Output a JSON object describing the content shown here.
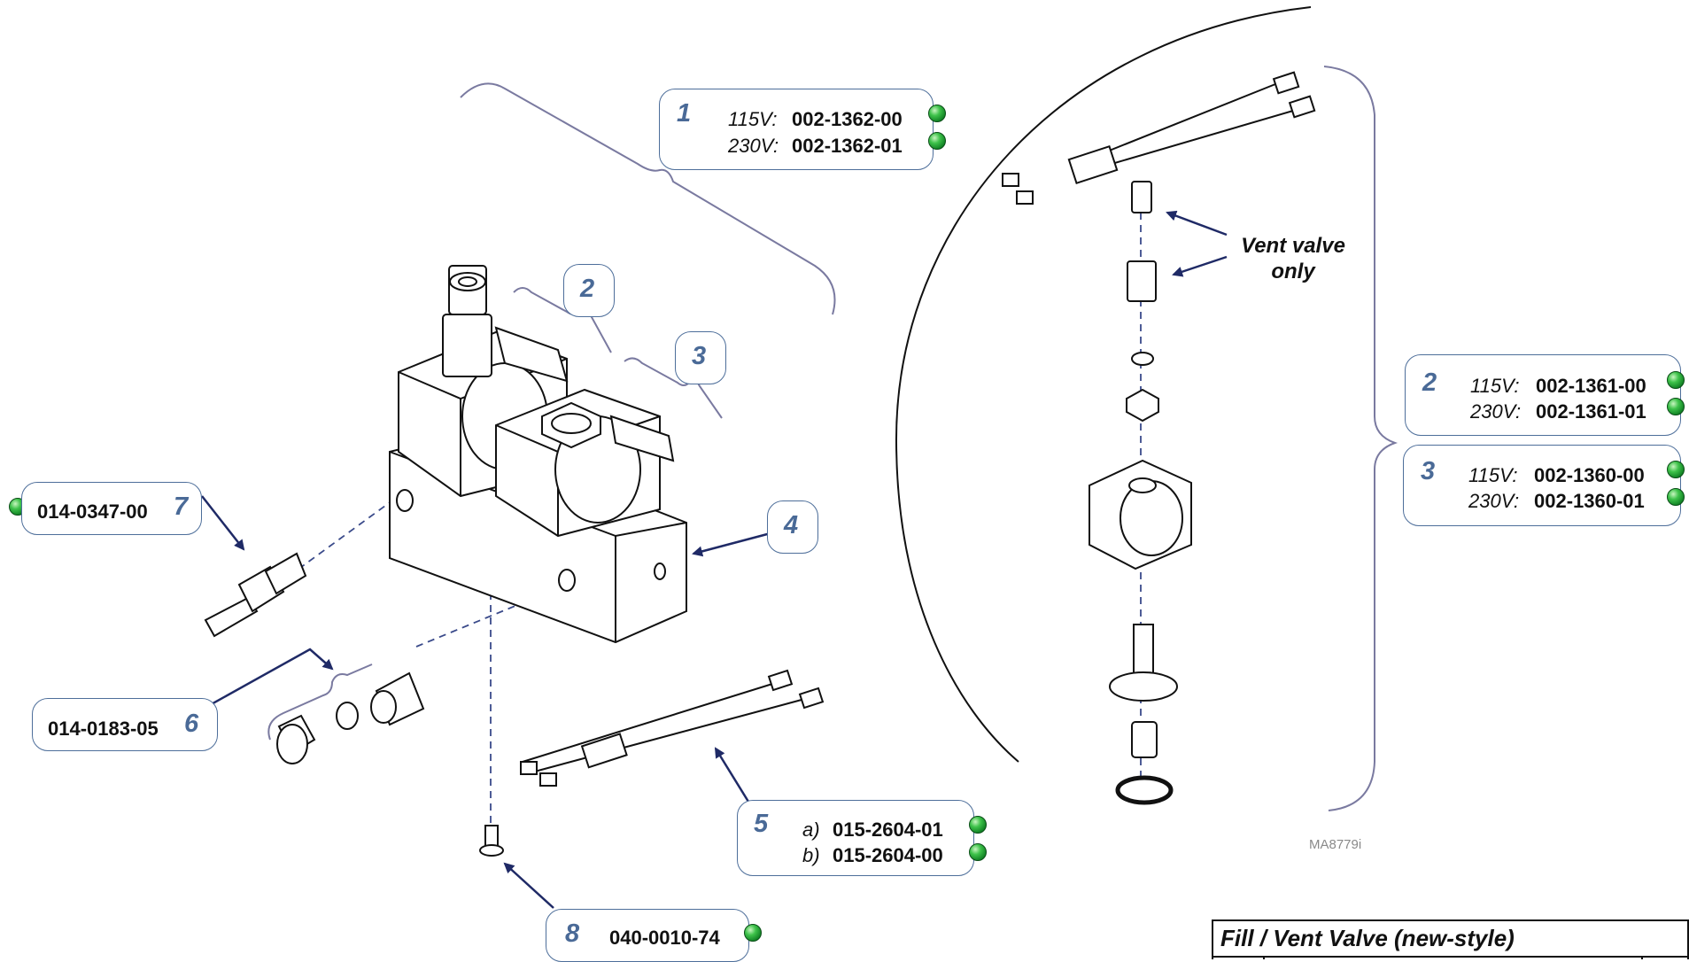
{
  "callouts": {
    "c1": {
      "number": "1",
      "rows": [
        {
          "volt": "115V:",
          "part": "002-1362-00"
        },
        {
          "volt": "230V:",
          "part": "002-1362-01"
        }
      ]
    },
    "c2": {
      "number": "2"
    },
    "c3": {
      "number": "3"
    },
    "c4": {
      "number": "4"
    },
    "c5": {
      "number": "5",
      "rows": [
        {
          "volt": "a)",
          "part": "015-2604-01"
        },
        {
          "volt": "b)",
          "part": "015-2604-00"
        }
      ]
    },
    "c6": {
      "number": "6",
      "part": "014-0183-05"
    },
    "c7": {
      "number": "7",
      "part": "014-0347-00"
    },
    "c8": {
      "number": "8",
      "part": "040-0010-74"
    },
    "r2": {
      "number": "2",
      "rows": [
        {
          "volt": "115V:",
          "part": "002-1361-00"
        },
        {
          "volt": "230V:",
          "part": "002-1361-01"
        }
      ]
    },
    "r3": {
      "number": "3",
      "rows": [
        {
          "volt": "115V:",
          "part": "002-1360-00"
        },
        {
          "volt": "230V:",
          "part": "002-1360-01"
        }
      ]
    }
  },
  "vent_note": {
    "line1": "Vent valve",
    "line2": "only"
  },
  "drawing_ref": "MA8779i",
  "table": {
    "title": "Fill / Vent Valve (new-style)"
  },
  "colors": {
    "callout_border": "#4d6e9a",
    "callout_number": "#4a6a97",
    "leader_arrow": "#1f2a66",
    "dashed_line": "#3a4a8a",
    "spare_part_dot": "#2fb33c"
  }
}
